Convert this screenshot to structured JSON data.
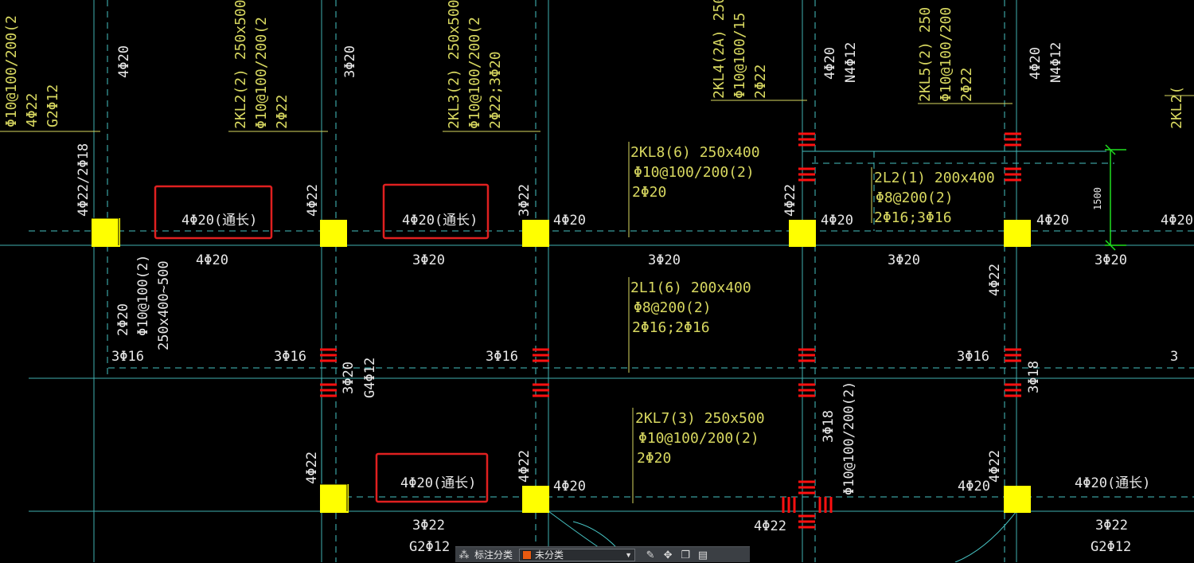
{
  "colors": {
    "background": "#000000",
    "axis": "#3fb0b0",
    "beam_line": "#46c2c2",
    "column": "#ffff00",
    "annotation_white": "#e8e8e8",
    "annotation_yellow": "#d8d860",
    "highlight_box": "#e02020",
    "stirrup_mark": "#ff1010",
    "dimension": "#20e020",
    "toolbar_swatch": "#e85a10"
  },
  "drawing": {
    "texts_white": [
      "4Φ20(通长)",
      "4Φ20(通长)",
      "4Φ20(通长)",
      "4Φ20(通长)",
      "4Φ20",
      "3Φ20",
      "3Φ20",
      "3Φ20",
      "3Φ20",
      "4Φ20",
      "4Φ20",
      "4Φ20",
      "4Φ20",
      "4Φ20",
      "3Φ16",
      "3Φ16",
      "3Φ16",
      "3Φ16",
      "3",
      "3Φ22",
      "G2Φ12",
      "3Φ22",
      "G2Φ12",
      "4Φ22",
      "4Φ20",
      "4Φ22/2Φ18",
      "4Φ22",
      "3Φ22",
      "4Φ22",
      "4Φ22",
      "4Φ22",
      "4Φ22",
      "4Φ22",
      "4Φ20",
      "3Φ20",
      "4Φ20",
      "N4Φ12",
      "4Φ20",
      "N4Φ12",
      "2Φ20",
      "Φ10@100(2)",
      "250x400~500",
      "3Φ20",
      "G4Φ12",
      "3Φ18",
      "Φ10@100/200(2)",
      "3Φ18",
      "1500"
    ],
    "texts_yellow": [
      "Φ10@100/200(2",
      "4Φ22",
      "G2Φ12",
      "2KL2(2) 250x500",
      "Φ10@100/200(2",
      "2Φ22",
      "2KL3(2) 250x500",
      "Φ10@100/200(2",
      "2Φ22;3Φ20",
      "2KL4(2A) 250",
      "Φ10@100/15",
      "2Φ22",
      "2KL5(2) 250",
      "Φ10@100/200",
      "2Φ22",
      "2KL2(",
      "2KL8(6) 250x400",
      "Φ10@100/200(2)",
      "2Φ20",
      "2L2(1) 200x400",
      "Φ8@200(2)",
      "2Φ16;3Φ16",
      "2L1(6) 200x400",
      "Φ8@200(2)",
      "2Φ16;2Φ16",
      "2KL7(3) 250x500",
      "Φ10@100/200(2)",
      "2Φ20"
    ]
  },
  "toolbar": {
    "grid_icon": "grid-icon",
    "label": "标注分类",
    "selected_value": "未分类",
    "icons": [
      "edit-icon",
      "move-icon",
      "copy-icon",
      "paste-icon"
    ]
  }
}
